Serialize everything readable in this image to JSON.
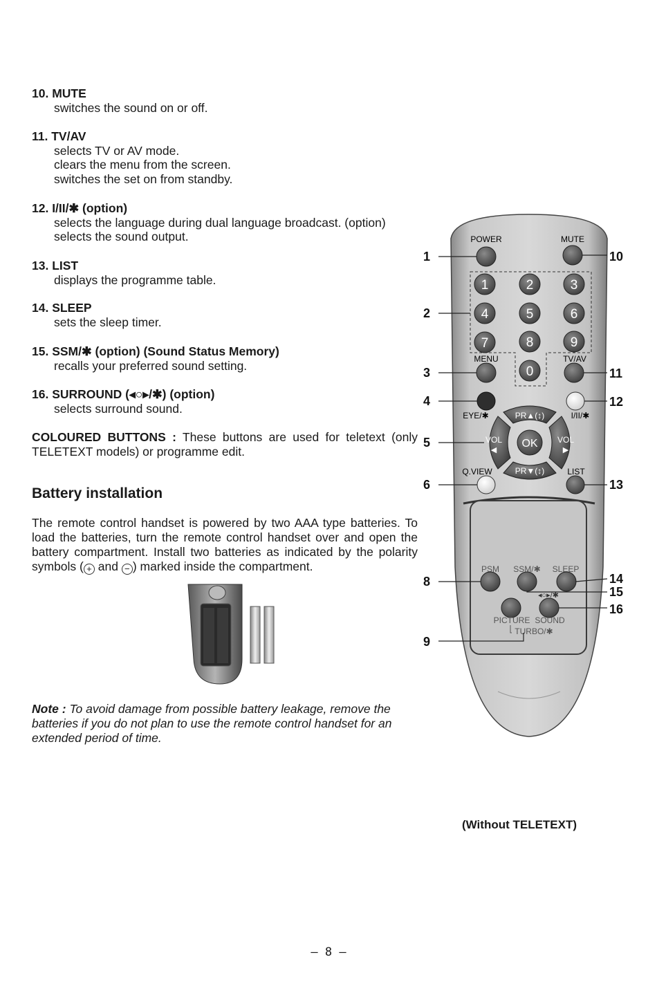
{
  "items": [
    {
      "head": "10. MUTE",
      "lines": [
        "switches the sound on or off."
      ]
    },
    {
      "head": "11. TV/AV",
      "lines": [
        "selects TV or AV mode.",
        "clears the menu from the screen.",
        "switches the set on from standby."
      ]
    },
    {
      "head": "12. I/II/✱ (option)",
      "lines": [
        "selects the language during dual language broadcast. (option)",
        "selects the sound output."
      ]
    },
    {
      "head": "13. LIST",
      "lines": [
        "displays the programme table."
      ]
    },
    {
      "head": "14. SLEEP",
      "lines": [
        "sets the sleep timer."
      ]
    },
    {
      "head": "15. SSM/✱ (option) (Sound Status Memory)",
      "lines": [
        "recalls your preferred sound setting."
      ]
    },
    {
      "head": "16. SURROUND (◂○▸/✱) (option)",
      "lines": [
        "selects surround sound."
      ]
    }
  ],
  "coloured": {
    "label": "COLOURED BUTTONS :",
    "text": " These buttons are used for teletext (only TELETEXT models) or programme edit."
  },
  "battery": {
    "title": "Battery installation",
    "para_start": "The remote control handset is powered by two AAA type batteries. To load the batteries, turn the remote control handset over and open the battery compartment. Install two batteries as indicated by the polarity symbols (",
    "plus_symbol": "+",
    "para_mid": " and ",
    "minus_symbol": "−",
    "para_end": ") marked inside the compartment."
  },
  "note": {
    "label": "Note :",
    "text": " To avoid damage from possible battery leakage, remove the batteries if you do not plan to use the remote control handset for an extended period of time."
  },
  "remote": {
    "buttons": {
      "power": "POWER",
      "mute": "MUTE",
      "menu": "MENU",
      "tvav": "TV/AV",
      "eye": "EYE/✱",
      "i_ii": "I/II/✱",
      "qview": "Q.VIEW",
      "list": "LIST",
      "pr_up": "PR▲(↕)",
      "pr_down": "PR▼(↕)",
      "vol_left": "VOL",
      "vol_right": "VOL",
      "ok": "OK",
      "psm": "PSM",
      "ssm": "SSM/✱",
      "sleep": "SLEEP",
      "surround": "◂○▸/✱",
      "picture": "PICTURE",
      "sound": "SOUND",
      "turbo": "TURBO/✱"
    },
    "digits": [
      "1",
      "2",
      "3",
      "4",
      "5",
      "6",
      "7",
      "8",
      "9",
      "0"
    ],
    "callouts_left": [
      "1",
      "2",
      "3",
      "4",
      "5",
      "6",
      "8",
      "9"
    ],
    "callouts_right": [
      "10",
      "11",
      "12",
      "13",
      "14",
      "15",
      "16"
    ]
  },
  "caption": "(Without TELETEXT)",
  "page_number": "– 8 –"
}
